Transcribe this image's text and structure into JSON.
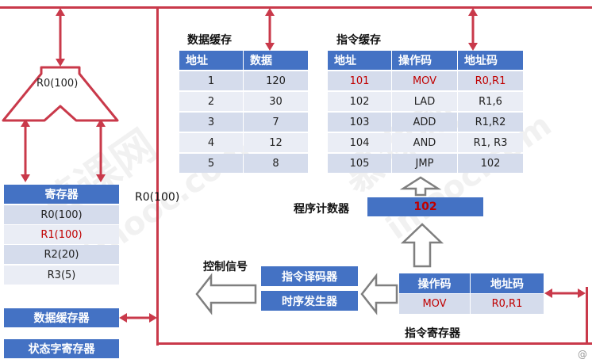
{
  "alu": {
    "label": "R0(100)"
  },
  "registers": {
    "header": "寄存器",
    "items": [
      {
        "text": "R0(100)",
        "highlight": false
      },
      {
        "text": "R1(100)",
        "highlight": true
      },
      {
        "text": "R2(20)",
        "highlight": false
      },
      {
        "text": "R3(5)",
        "highlight": false
      }
    ]
  },
  "bus_value_label": "R0(100)",
  "data_buffer_register": "数据缓存器",
  "status_register": "状态字寄存器",
  "data_cache": {
    "title": "数据缓存",
    "headers": [
      "地址",
      "数据"
    ],
    "rows": [
      {
        "addr": "1",
        "data": "120"
      },
      {
        "addr": "2",
        "data": "30"
      },
      {
        "addr": "3",
        "data": "7"
      },
      {
        "addr": "4",
        "data": "12"
      },
      {
        "addr": "5",
        "data": "8"
      }
    ]
  },
  "instruction_cache": {
    "title": "指令缓存",
    "headers": [
      "地址",
      "操作码",
      "地址码"
    ],
    "rows": [
      {
        "addr": "101",
        "op": "MOV",
        "operand": "R0,R1",
        "highlight": true
      },
      {
        "addr": "102",
        "op": "LAD",
        "operand": "R1,6",
        "highlight": false
      },
      {
        "addr": "103",
        "op": "ADD",
        "operand": "R1,R2",
        "highlight": false
      },
      {
        "addr": "104",
        "op": "AND",
        "operand": "R1, R3",
        "highlight": false
      },
      {
        "addr": "105",
        "op": "JMP",
        "operand": "102",
        "highlight": false
      }
    ]
  },
  "program_counter": {
    "label": "程序计数器",
    "value": "102"
  },
  "decoder": "指令译码器",
  "timing_generator": "时序发生器",
  "control_signal": "控制信号",
  "instruction_register": {
    "label": "指令寄存器",
    "headers": [
      "操作码",
      "地址码"
    ],
    "op": "MOV",
    "operand": "R0,R1"
  },
  "watermark_texts": [
    "慕课网",
    "imooc.com"
  ],
  "corner_text": "@",
  "colors": {
    "bus": "#c9394a",
    "header": "#4472c4",
    "row_odd": "#d5dcec",
    "row_even": "#eaedf5",
    "highlight": "#c00000"
  }
}
